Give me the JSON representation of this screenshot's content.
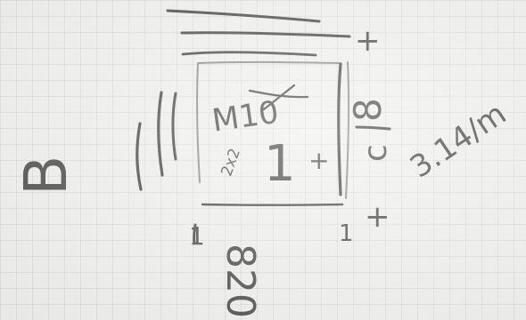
{
  "sketch": {
    "labels": {
      "left_letter": "B",
      "top_right_mark": "+",
      "center_label": "M10",
      "center_number": "1",
      "center_plus": "+",
      "small_note": "2x2",
      "right_fraction_top": "8",
      "right_fraction_bottom": "c",
      "right_value": "3.14/m",
      "bottom_left_tick": "1",
      "bottom_right_tick": "1",
      "bottom_right_mark": "+",
      "bottom_code": "820"
    },
    "colors": {
      "paper": "#f1f1ef",
      "grid": "#bdbdbd",
      "pencil": "#4a4a4a"
    }
  }
}
